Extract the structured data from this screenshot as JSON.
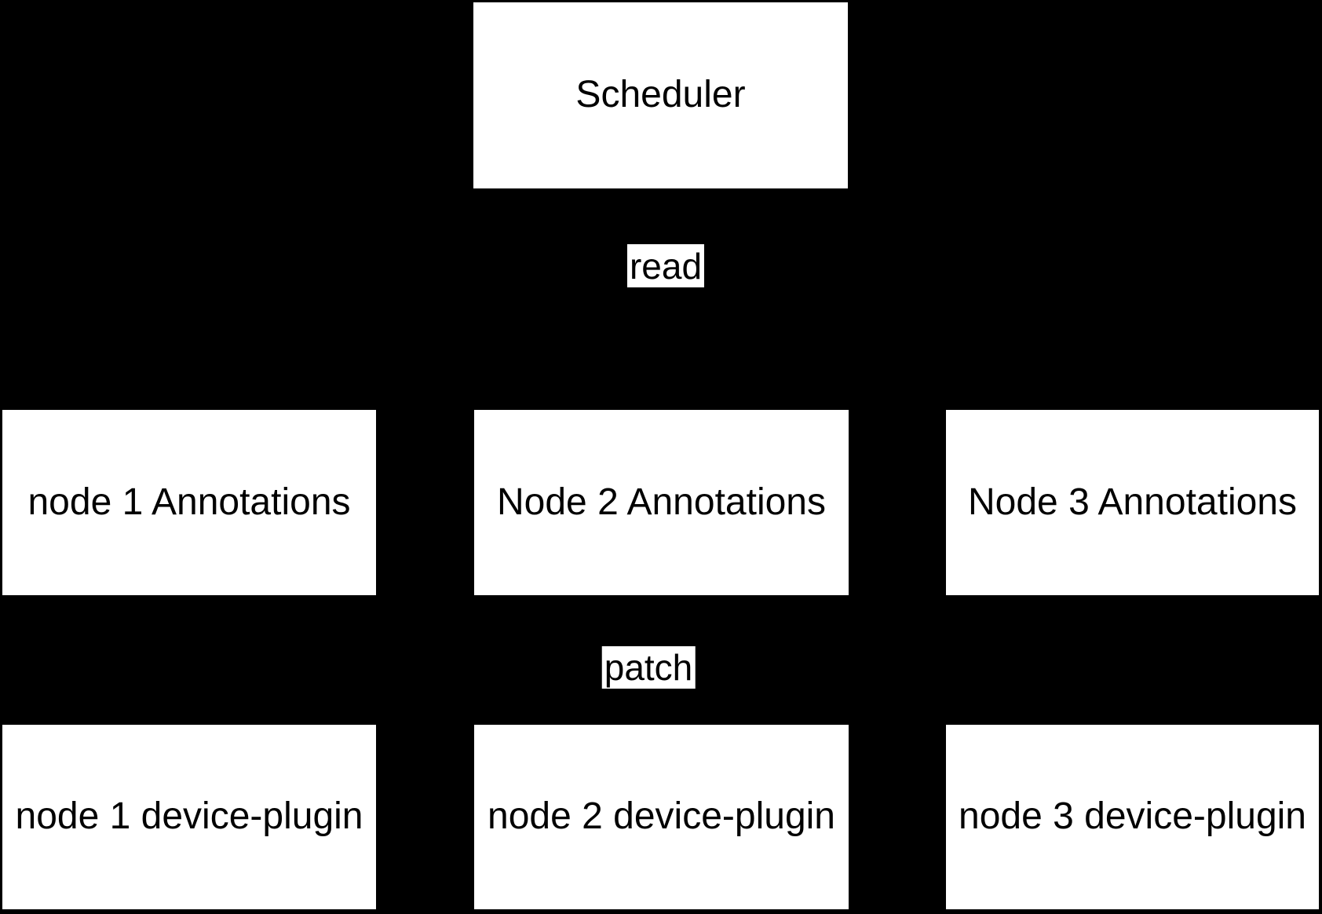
{
  "diagram": {
    "type": "flowchart",
    "colors": {
      "background": "#000000",
      "node_fill": "#ffffff",
      "node_text": "#000000",
      "edge_label_background": "#ffffff"
    },
    "scheduler_label": "Scheduler",
    "read_edge_label": "read",
    "patch_edge_label": "patch",
    "annotation_row": [
      "node 1 Annotations",
      "Node 2 Annotations",
      "Node 3 Annotations"
    ],
    "device_plugin_row": [
      "node 1 device-plugin",
      "node 2 device-plugin",
      "node 3 device-plugin"
    ]
  }
}
